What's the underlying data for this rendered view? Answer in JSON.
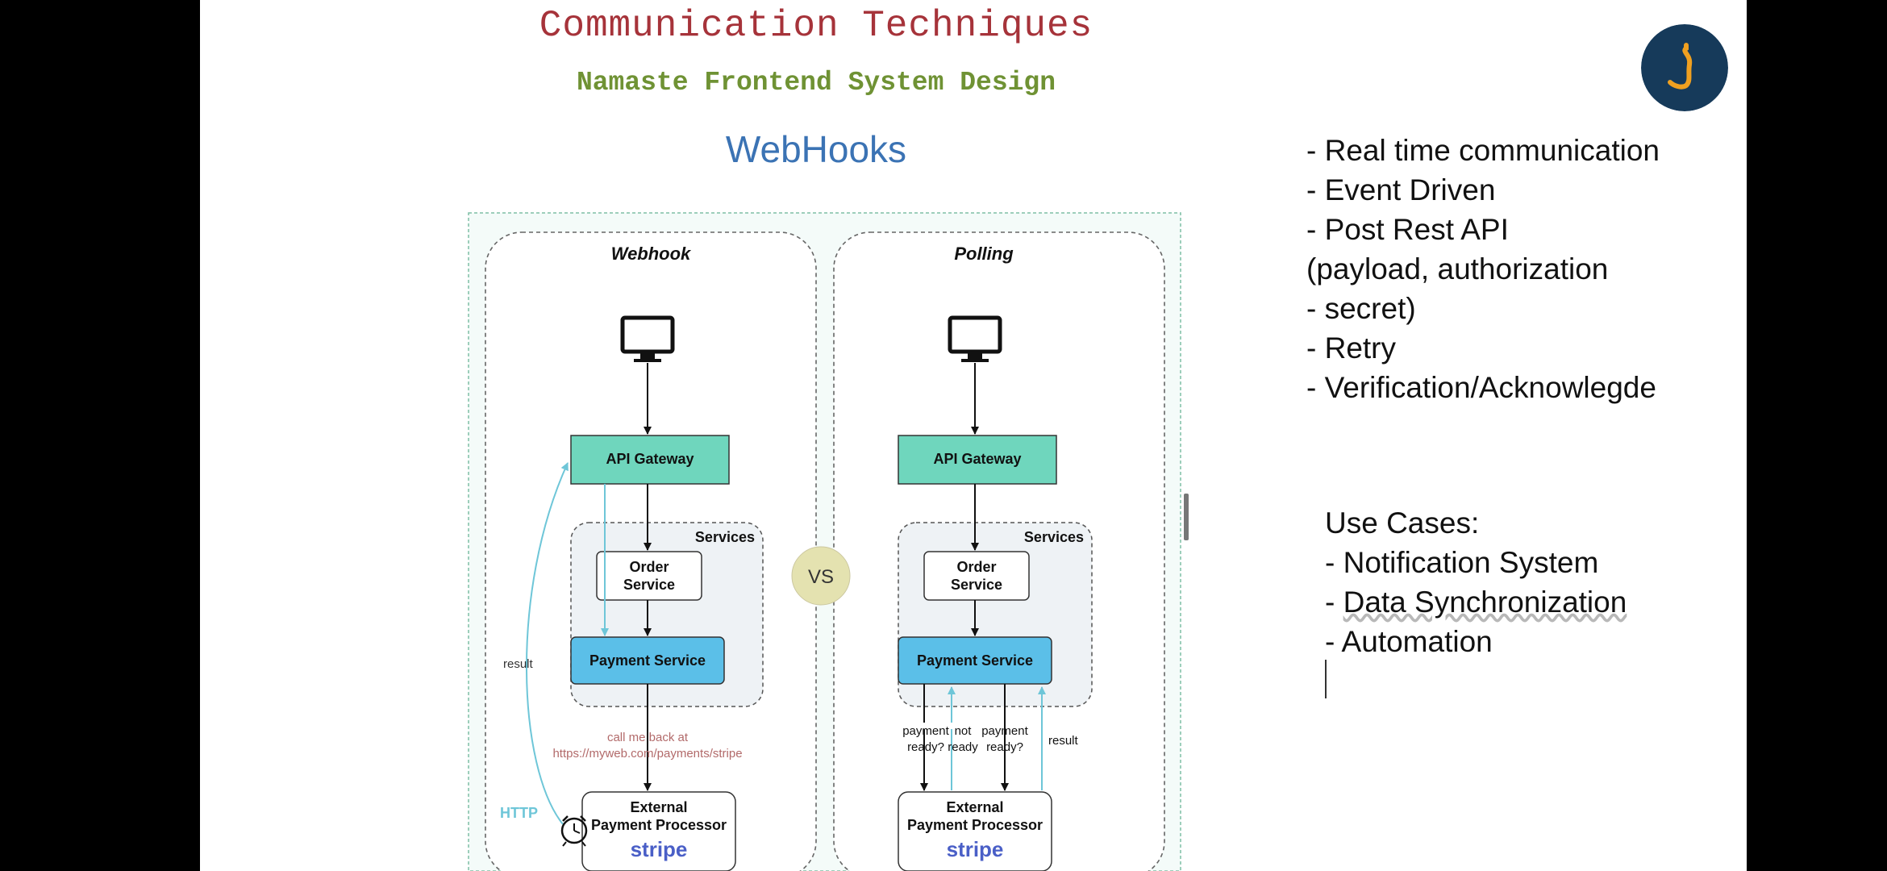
{
  "slide": {
    "title": "Communication Techniques",
    "subtitle": "Namaste Frontend System Design",
    "heading": "WebHooks"
  },
  "diagram": {
    "vs": "VS",
    "webhook": {
      "label": "Webhook",
      "gateway": "API Gateway",
      "services": "Services",
      "order": [
        "Order",
        "Service"
      ],
      "payment": "Payment Service",
      "callback": [
        "call me back at",
        "https://myweb.com/payments/stripe"
      ],
      "result": "result",
      "http": "HTTP",
      "external": [
        "External",
        "Payment Processor"
      ],
      "brand": "stripe"
    },
    "polling": {
      "label": "Polling",
      "gateway": "API Gateway",
      "services": "Services",
      "order": [
        "Order",
        "Service"
      ],
      "payment": "Payment Service",
      "ask1": [
        "payment",
        "ready?"
      ],
      "notready": [
        "not",
        "ready"
      ],
      "ask2": [
        "payment",
        "ready?"
      ],
      "result": "result",
      "external": [
        "External",
        "Payment Processor"
      ],
      "brand": "stripe"
    }
  },
  "bullets": [
    "- Real time communication",
    "- Event Driven",
    "- Post Rest API",
    "(payload, authorization",
    "- secret)",
    "- Retry",
    "- Verification/Acknowlegde"
  ],
  "use_cases": {
    "heading": "Use Cases:",
    "items": [
      "- Notification System",
      "- Data Synchronization",
      "- Automation"
    ]
  },
  "colors": {
    "title": "#a6333a",
    "subtitle": "#6f9234",
    "heading": "#3b73b4",
    "gateway": "#6fd6bd",
    "payment": "#5bbfe8",
    "arrow_light": "#6ec6d8",
    "callback_text": "#b26a6a",
    "logo_bg": "#163a5a",
    "logo_fg": "#f0a020"
  },
  "icons": [
    "monitor-icon",
    "alarm-clock-icon",
    "logo-icon"
  ]
}
